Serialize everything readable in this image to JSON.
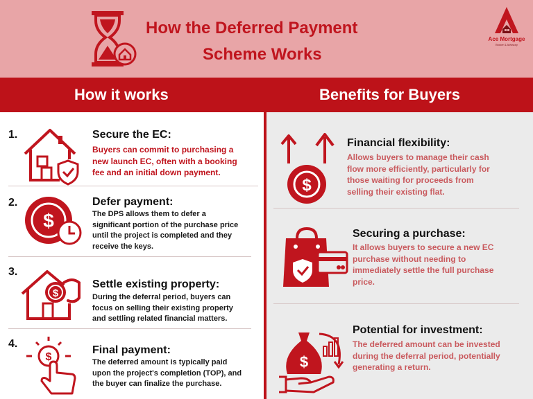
{
  "header": {
    "title_line1": "How the Deferred Payment",
    "title_line2": "Scheme Works",
    "logo_name": "Ace Mortgage",
    "logo_tagline": "Broker & Advisory"
  },
  "columns": {
    "left_heading": "How it works",
    "right_heading": "Benefits for Buyers"
  },
  "how_it_works": [
    {
      "number": "1.",
      "icon": "house-shield-icon",
      "title": "Secure the EC:",
      "text_lines": [
        "Buyers can commit to purchasing a",
        "new launch EC, often with a booking",
        "fee and an initial down payment."
      ]
    },
    {
      "number": "2.",
      "icon": "dollar-clock-icon",
      "title": "Defer payment:",
      "text_lines": [
        "The DPS allows them to defer a",
        "significant portion of the purchase price",
        "until the project is completed and they",
        "receive the keys."
      ]
    },
    {
      "number": "3.",
      "icon": "house-coin-hand-icon",
      "title": "Settle existing property:",
      "text_lines": [
        "During the deferral period, buyers can",
        "focus on selling their existing property",
        "and settling related financial matters."
      ]
    },
    {
      "number": "4.",
      "icon": "tap-dollar-icon",
      "title": "Final payment:",
      "text_lines": [
        "The deferred amount is typically paid",
        "upon the project's completion (TOP), and",
        "the buyer can finalize the purchase."
      ]
    }
  ],
  "benefits": [
    {
      "icon": "coin-arrows-up-icon",
      "title": "Financial flexibility:",
      "text_lines": [
        "Allows buyers to manage their cash",
        "flow more efficiently, particularly for",
        "those waiting for proceeds from",
        "selling their existing flat."
      ]
    },
    {
      "icon": "shopping-bag-card-icon",
      "title": "Securing a purchase:",
      "text_lines": [
        "It allows buyers to secure a new EC",
        "purchase without needing to",
        "immediately settle the full purchase",
        "price."
      ]
    },
    {
      "icon": "money-bag-hand-icon",
      "title": "Potential for investment:",
      "text_lines": [
        "The deferred amount can be invested",
        "during the deferral period, potentially",
        "generating a return."
      ]
    }
  ],
  "colors": {
    "header_bg": "#e8a5a7",
    "bar_bg": "#bd1219",
    "accent": "#c0151e",
    "right_panel_bg": "#ebebeb",
    "benefit_text": "#c95a5e"
  }
}
